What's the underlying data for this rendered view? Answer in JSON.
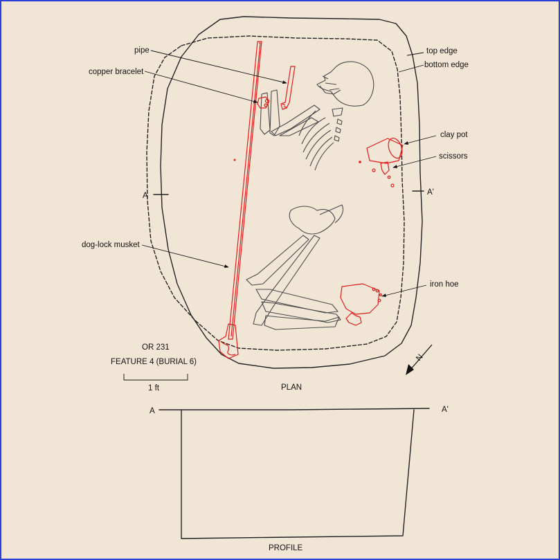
{
  "labels": {
    "top_edge": "top edge",
    "bottom_edge": "bottom edge",
    "pipe": "pipe",
    "copper_bracelet": "copper bracelet",
    "clay_pot": "clay pot",
    "scissors": "scissors",
    "dog_lock_musket": "dog-lock musket",
    "iron_hoe": "iron hoe",
    "section_a": "A",
    "section_a_prime": "A'"
  },
  "site": {
    "number": "OR 231",
    "feature": "FEATURE 4 (BURIAL 6)"
  },
  "scale_bar": {
    "label": "1 ft"
  },
  "views": {
    "plan": "PLAN",
    "profile": "PROFILE"
  },
  "north_arrow": {
    "symbol": "N"
  },
  "colors": {
    "background": "#f1e5d6",
    "border": "#2a3fd6",
    "artifacts": "#e11b1b",
    "ink": "#222222",
    "bones": "#4a4a4a"
  }
}
